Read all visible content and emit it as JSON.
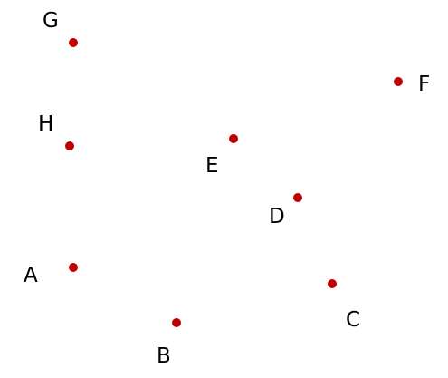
{
  "diagram": {
    "points": [
      {
        "id": "G",
        "label": "G"
      },
      {
        "id": "F",
        "label": "F"
      },
      {
        "id": "H",
        "label": "H"
      },
      {
        "id": "E",
        "label": "E"
      },
      {
        "id": "D",
        "label": "D"
      },
      {
        "id": "A",
        "label": "A"
      },
      {
        "id": "C",
        "label": "C"
      },
      {
        "id": "B",
        "label": "B"
      }
    ],
    "colors": {
      "point": "#c00000",
      "label": "#000000",
      "background": "#ffffff"
    }
  }
}
